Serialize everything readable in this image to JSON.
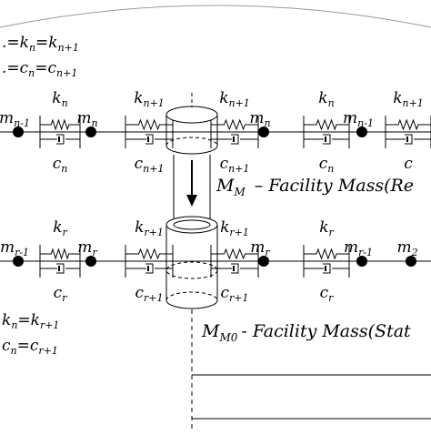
{
  "equations": {
    "top_k": ".=k",
    "top_k_n": "n",
    "top_k_eq": "=k",
    "top_k_n1": "n+1",
    "top_c": ".=c",
    "top_c_n": "n",
    "top_c_eq": "=c",
    "top_c_n1": "n+1",
    "bot_k": "k",
    "bot_k_n": "n",
    "bot_k_eq": "=k",
    "bot_k_r1": "r+1",
    "bot_c": "c",
    "bot_c_n": "n",
    "bot_c_eq": "=c",
    "bot_c_r1": "r+1"
  },
  "chain_top": {
    "masses": [
      {
        "base": "m",
        "sub": "n-1"
      },
      {
        "base": "m",
        "sub": "n"
      },
      {
        "base": "m",
        "sub": "n"
      },
      {
        "base": "m",
        "sub": "n-1"
      }
    ],
    "springs": [
      {
        "base": "k",
        "sub": "n"
      },
      {
        "base": "k",
        "sub": "n+1"
      },
      {
        "base": "k",
        "sub": "n+1"
      },
      {
        "base": "k",
        "sub": "n"
      },
      {
        "base": "k",
        "sub": "n+1"
      }
    ],
    "dampers": [
      {
        "base": "c",
        "sub": "n"
      },
      {
        "base": "c",
        "sub": "n+1"
      },
      {
        "base": "c",
        "sub": "n+1"
      },
      {
        "base": "c",
        "sub": "n"
      },
      {
        "base": "c",
        "sub": ""
      }
    ]
  },
  "chain_bottom": {
    "masses": [
      {
        "base": "m",
        "sub": "r-1"
      },
      {
        "base": "m",
        "sub": "r"
      },
      {
        "base": "m",
        "sub": "r"
      },
      {
        "base": "m",
        "sub": "r-1"
      },
      {
        "base": "m",
        "sub": "2"
      }
    ],
    "springs": [
      {
        "base": "k",
        "sub": "r"
      },
      {
        "base": "k",
        "sub": "r+1"
      },
      {
        "base": "k",
        "sub": "r+1"
      },
      {
        "base": "k",
        "sub": "r"
      }
    ],
    "dampers": [
      {
        "base": "c",
        "sub": "r"
      },
      {
        "base": "c",
        "sub": "r+1"
      },
      {
        "base": "c",
        "sub": "r+1"
      },
      {
        "base": "c",
        "sub": "r"
      }
    ]
  },
  "labels": {
    "moving_symbol": "M",
    "moving_sub": "M",
    "moving_text": "– Facility Mass(Re",
    "static_symbol": "M",
    "static_sub": "M0",
    "static_text": "- Facility  Mass(Stat"
  }
}
